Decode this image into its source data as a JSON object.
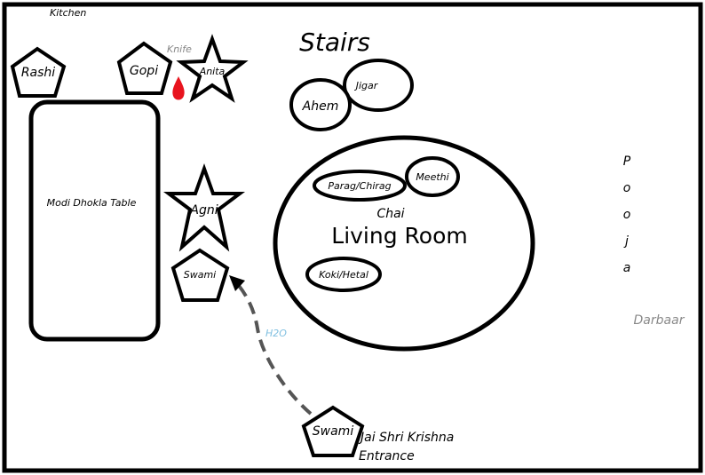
{
  "labels": {
    "kitchen": "Kitchen",
    "stairs": "Stairs",
    "knife": "Knife",
    "table": "Modi Dhokla Table",
    "chai": "Chai",
    "living_room": "Living Room",
    "h2o": "H2O",
    "darbaar": "Darbaar",
    "greeting": "Jai Shri Krishna",
    "entrance": "Entrance"
  },
  "pooja_letters": [
    "P",
    "o",
    "o",
    "j",
    "a"
  ],
  "people": {
    "rashi": "Rashi",
    "gopi": "Gopi",
    "anita": "Anita",
    "agni": "Agni",
    "swami_seat": "Swami",
    "swami_entrance": "Swami",
    "ahem": "Ahem",
    "jigar": "Jigar",
    "meethi": "Meethi",
    "parag_chirag": "Parag/Chirag",
    "koki_hetal": "Koki/Hetal"
  },
  "colors": {
    "outline": "#000000",
    "knife_drop": "#e8141e",
    "path_arrow": "#555555",
    "muted_text": "#888888",
    "h2o_text": "#7fbfe0"
  }
}
